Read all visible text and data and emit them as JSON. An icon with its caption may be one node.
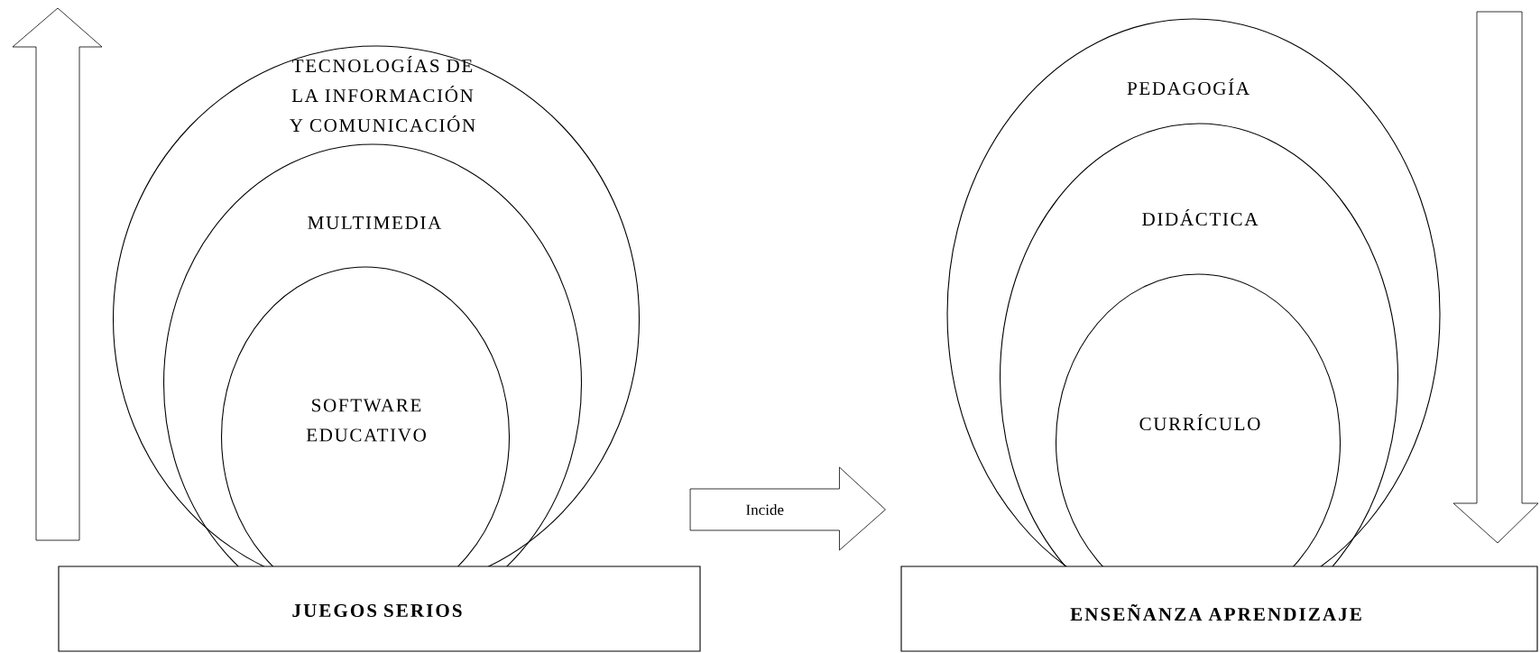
{
  "diagram": {
    "nodes": [
      {
        "text": [
          "JUEGOS SERIOS"
        ]
      },
      {
        "text": [
          "TECNOLOGÍAS DE LA INFORMACIÓN Y COMUNICACIÓN"
        ]
      },
      {
        "text": [
          "MULTIMEDIA"
        ],
        "in": 1
      },
      {
        "text": [
          "SOFTWARE EDUCATIVO"
        ],
        "in": 2
      },
      {
        "text": [
          "ENSEÑANZA APRENDIZAJE"
        ]
      },
      {
        "text": [
          "PEDAGOGÍA"
        ]
      },
      {
        "text": [
          "DIDÁCTICA"
        ],
        "in": 5
      },
      {
        "text": [
          "CURRÍCULO"
        ],
        "in": 6
      }
    ],
    "edges": [
      {
        "from": 1,
        "to": 5,
        "arrow": "to",
        "label": "Incide"
      }
    ]
  }
}
